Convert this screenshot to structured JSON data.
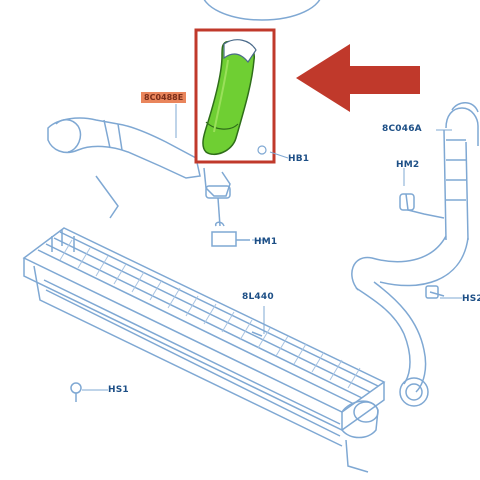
{
  "diagram": {
    "colors": {
      "line": "#7fa8d3",
      "label": "#1d4f86",
      "highlight_box": "#c0392b",
      "arrow": "#c0392b",
      "highlight_part": "#6fcf33",
      "ref_tag_bg": "#e9855c"
    },
    "highlighted_part": {
      "ref_label": "8C0488E"
    },
    "labels": {
      "pipe_ref_right": "8C046A",
      "clamp_hb1": "HB1",
      "clamp_hm2": "HM2",
      "clamp_hm1": "HM1",
      "intercooler": "8L440",
      "clamp_hs2": "HS2",
      "bolt_hs1": "HS1"
    }
  }
}
